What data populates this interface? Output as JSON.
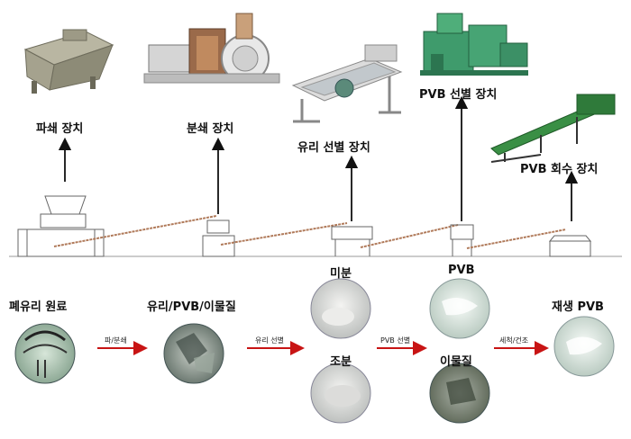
{
  "equipment": {
    "crusher": "파쇄 장치",
    "pulverizer": "분쇄 장치",
    "glass_sorter": "유리 선별 장치",
    "pvb_sorter": "PVB 선별 장치",
    "pvb_recovery": "PVB 회수 장치"
  },
  "materials": {
    "raw": "폐유리 원료",
    "mixed": "유리/PVB/이물질",
    "fine": "미분",
    "coarse": "조분",
    "pvb": "PVB",
    "foreign": "이물질",
    "recycled": "재생 PVB"
  },
  "steps": {
    "crush": "파/분쇄",
    "glass_sort": "유리 선별",
    "pvb_sort": "PVB 선별",
    "wash_dry": "세척/건조"
  }
}
